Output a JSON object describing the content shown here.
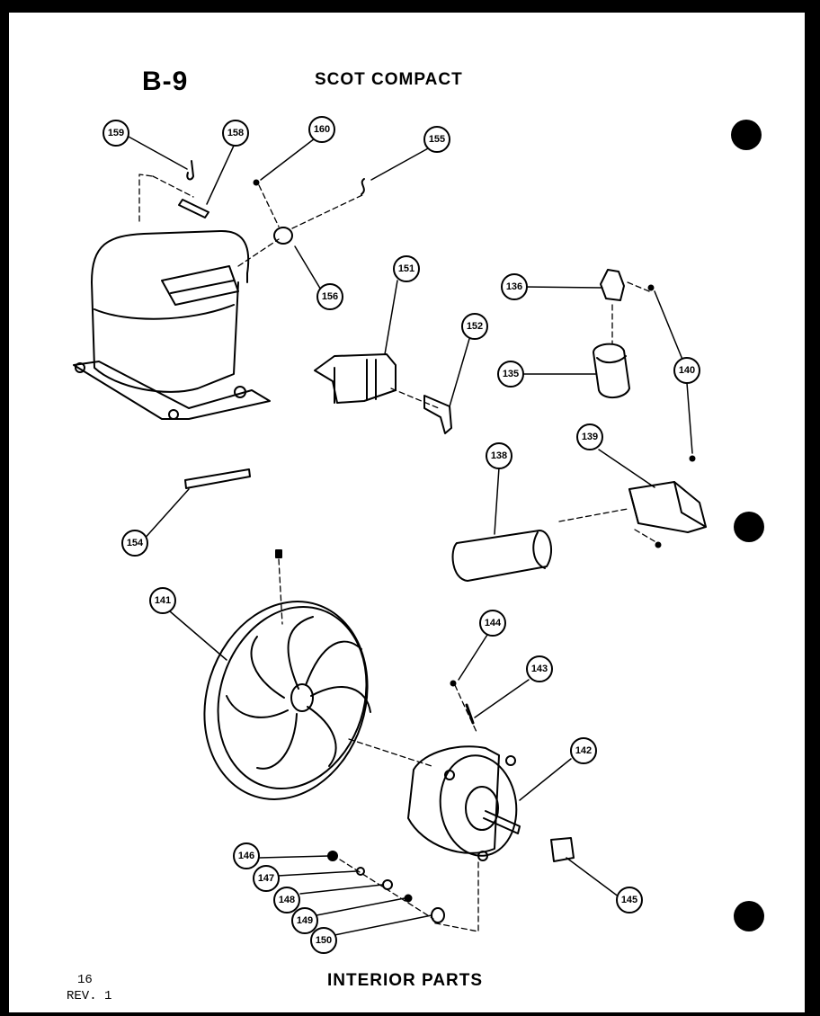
{
  "header": {
    "sheet_code": "B-9",
    "model_name": "SCOT COMPACT"
  },
  "footer": {
    "page_number": "16",
    "revision": "REV. 1",
    "section_name": "INTERIOR PARTS"
  },
  "callouts": {
    "c159": "159",
    "c158": "158",
    "c160": "160",
    "c155": "155",
    "c156": "156",
    "c151": "151",
    "c152": "152",
    "c136": "136",
    "c135": "135",
    "c140": "140",
    "c139": "139",
    "c138": "138",
    "c154": "154",
    "c141": "141",
    "c144": "144",
    "c143": "143",
    "c142": "142",
    "c146": "146",
    "c147": "147",
    "c148": "148",
    "c149": "149",
    "c150": "150",
    "c145": "145"
  }
}
